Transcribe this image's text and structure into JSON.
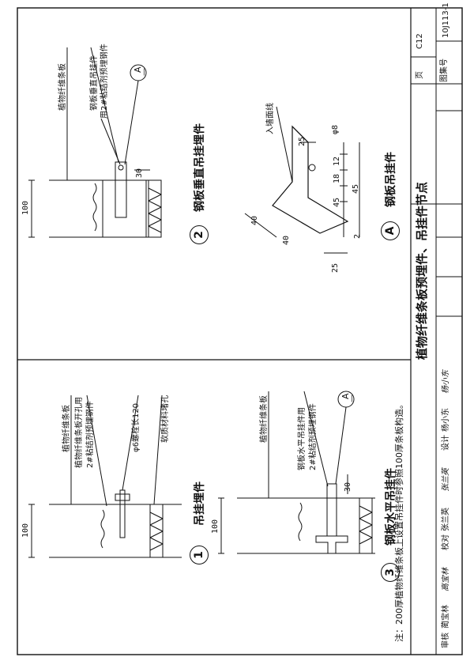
{
  "title_block": {
    "title": "植物纤维条板预埋件、吊挂件节点",
    "atlas_label": "图集号",
    "atlas_no": "10J113-1",
    "page_label": "页",
    "page_no": "C12",
    "review": "审核",
    "reviewer": "蔺宝林",
    "reviewer_sig": "高宝林",
    "proof": "校对",
    "proofer": "张兰英",
    "proofer_sig": "张兰英",
    "design": "设计",
    "designer": "杨小东",
    "designer_sig": "杨小东"
  },
  "details": {
    "d1": {
      "num": "1",
      "caption": "吊挂埋件",
      "labels": [
        "植物纤维条板",
        "植物纤维条板开孔用",
        "2#粘结剂预埋钢件",
        "φ6螺栓长120",
        "软质材料堵孔"
      ],
      "dim": "100"
    },
    "d2": {
      "num": "2",
      "caption": "钢板垂直吊挂埋件",
      "labels": [
        "植物纤维条板",
        "钢板垂直吊挂件",
        "用2#粘结剂预埋钢件"
      ],
      "dim": "100",
      "dim30": "30",
      "sec": "A",
      "sec_sub": "—"
    },
    "d3": {
      "num": "3",
      "caption": "钢板水平吊挂件",
      "labels": [
        "植物纤维条板",
        "钢板水平吊挂件用",
        "2#粘结剂预埋钢件"
      ],
      "dim": "100",
      "dim30": "30",
      "sec": "A",
      "sec_sub": "—"
    },
    "dA": {
      "num": "A",
      "caption": "钢板吊挂件",
      "label_top": "入墙面线",
      "dims": [
        "25",
        "φ8",
        "12",
        "18",
        "45",
        "45",
        "40",
        "40",
        "2",
        "25"
      ]
    }
  },
  "note": "注：200厚植物纤维条板上设置吊挂件时参照100厚条板构造。"
}
